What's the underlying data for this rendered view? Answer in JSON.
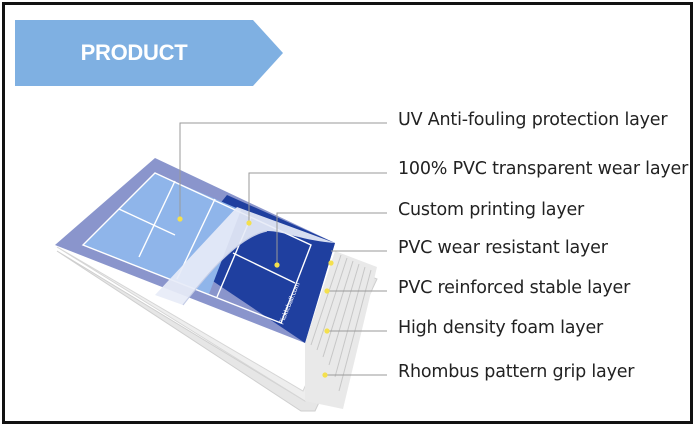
{
  "header": {
    "title": "PRODUCT STRUCTURE"
  },
  "court": {
    "logo_text": "Pickleball.com"
  },
  "layers": [
    {
      "label": "UV Anti-fouling protection layer"
    },
    {
      "label": "100% PVC transparent wear layer"
    },
    {
      "label": "Custom printing layer"
    },
    {
      "label": "PVC wear resistant layer"
    },
    {
      "label": "PVC reinforced stable layer"
    },
    {
      "label": "High density foam layer"
    },
    {
      "label": "Rhombus pattern grip layer"
    }
  ],
  "colors": {
    "banner": "#7fb0e2",
    "court_outer": "#8a95cc",
    "court_light": "#8fb5ea",
    "court_dark": "#1f3f9f",
    "leader_dot": "#f4e04d"
  }
}
